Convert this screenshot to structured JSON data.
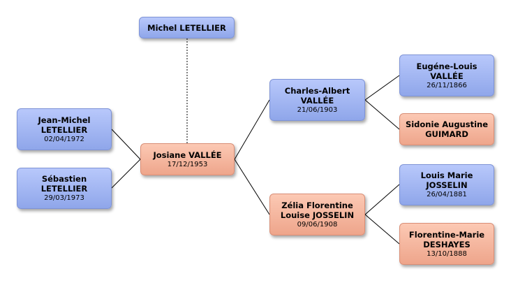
{
  "people": {
    "michel": {
      "name": "Michel LETELLIER",
      "gender": "male"
    },
    "jean_michel": {
      "name": "Jean-Michel\nLETELLIER",
      "date": "02/04/1972",
      "gender": "male"
    },
    "sebastien": {
      "name": "Sébastien\nLETELLIER",
      "date": "29/03/1973",
      "gender": "male"
    },
    "josiane": {
      "name": "Josiane VALLÉE",
      "date": "17/12/1953",
      "gender": "female"
    },
    "charles": {
      "name": "Charles-Albert\nVALLÉE",
      "date": "21/06/1903",
      "gender": "male"
    },
    "zelia": {
      "name": "Zélia Florentine\nLouise JOSSELIN",
      "date": "09/06/1908",
      "gender": "female"
    },
    "eugene": {
      "name": "Eugéne-Louis\nVALLÉE",
      "date": "26/11/1866",
      "gender": "male"
    },
    "sidonie": {
      "name": "Sidonie Augustine\nGUIMARD",
      "gender": "female"
    },
    "louis": {
      "name": "Louis Marie\nJOSSELIN",
      "date": "26/04/1881",
      "gender": "male"
    },
    "florentine": {
      "name": "Florentine-Marie\nDESHAYES",
      "date": "13/10/1888",
      "gender": "female"
    }
  },
  "colors": {
    "male_top": "#b8c8fb",
    "male_bottom": "#8fa6ea",
    "female_top": "#fcc9b4",
    "female_bottom": "#eea58b",
    "line": "#000000"
  }
}
